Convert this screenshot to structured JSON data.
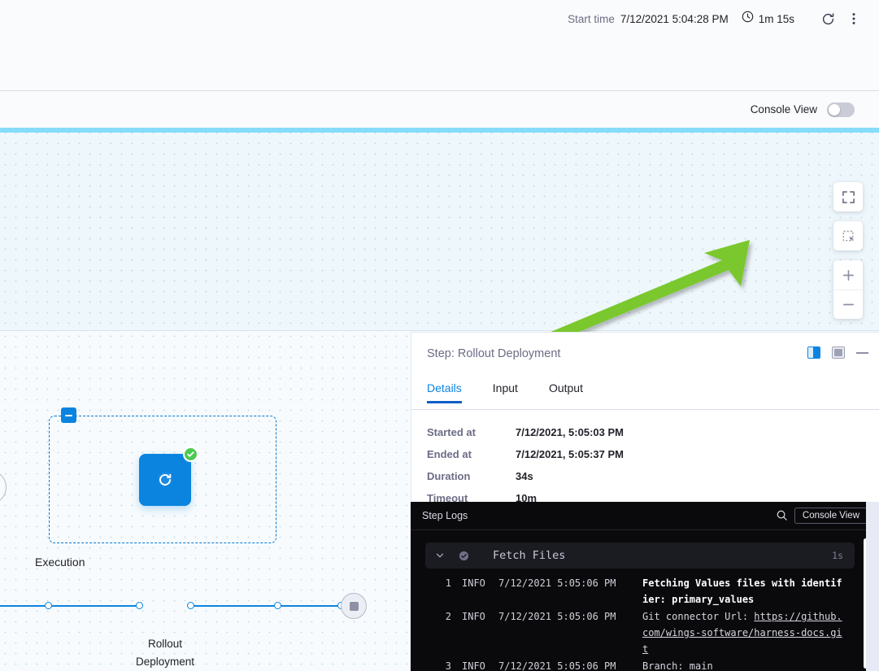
{
  "topbar": {
    "start_time_label": "Start time",
    "start_time_value": "7/12/2021 5:04:28 PM",
    "duration": "1m 15s",
    "clock_icon": "clock-icon",
    "refresh_icon": "refresh-icon",
    "more_icon": "more-vertical-icon"
  },
  "console_bar": {
    "label": "Console View",
    "toggle_state": "off"
  },
  "canvas": {
    "controls": [
      {
        "name": "fit-to-screen",
        "icon": "fit-screen-icon"
      },
      {
        "name": "selection-mode",
        "icon": "marquee-select-icon"
      },
      {
        "name": "zoom-in",
        "icon": "plus-icon"
      },
      {
        "name": "zoom-out",
        "icon": "minus-icon"
      }
    ],
    "annotation": {
      "type": "arrow",
      "color": "#7ac82d"
    },
    "group": {
      "title": "Execution",
      "collapse_icon": "minus-square-icon"
    },
    "step_node": {
      "label_line1": "Rollout",
      "label_line2": "Deployment",
      "icon": "rollout-deployment-icon",
      "status": "success",
      "status_icon": "check-circle-icon",
      "color": "#0b84e0"
    },
    "end_node": {
      "icon": "stop-square-icon"
    }
  },
  "details_panel": {
    "title": "Step: Rollout Deployment",
    "layout_icons": [
      "split-right-layout-icon",
      "panel-layout-icon"
    ],
    "minimize_icon": "minimize-icon",
    "tabs": [
      {
        "label": "Details",
        "active": true
      },
      {
        "label": "Input",
        "active": false
      },
      {
        "label": "Output",
        "active": false
      }
    ],
    "fields": [
      {
        "key": "Started at",
        "value": "7/12/2021, 5:05:03 PM"
      },
      {
        "key": "Ended at",
        "value": "7/12/2021, 5:05:37 PM"
      },
      {
        "key": "Duration",
        "value": "34s"
      },
      {
        "key": "Timeout",
        "value": "10m"
      }
    ]
  },
  "logs": {
    "title": "Step Logs",
    "search_icon": "search-icon",
    "console_view_button": "Console View",
    "section": {
      "name": "Fetch Files",
      "duration": "1s",
      "chevron_icon": "chevron-down-icon",
      "status_icon": "check-circle-icon"
    },
    "lines": [
      {
        "num": "1",
        "level": "INFO",
        "timestamp": "7/12/2021 5:05:06 PM",
        "message": "Fetching Values files with identifier: primary_values",
        "bold": true,
        "link": ""
      },
      {
        "num": "2",
        "level": "INFO",
        "timestamp": "7/12/2021 5:05:06 PM",
        "message": "Git connector Url: ",
        "bold": false,
        "link": "https://github.com/wings-software/harness-docs.git"
      },
      {
        "num": "3",
        "level": "INFO",
        "timestamp": "7/12/2021 5:05:06 PM",
        "message": "Branch: main",
        "bold": false,
        "link": ""
      }
    ]
  }
}
